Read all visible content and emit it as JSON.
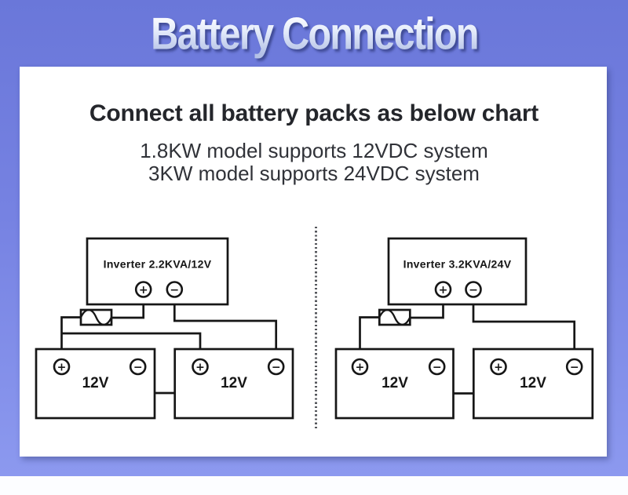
{
  "header": {
    "title": "Battery Connection"
  },
  "card": {
    "heading": "Connect all battery packs as below chart",
    "line1": "1.8KW model supports 12VDC system",
    "line2": "3KW model supports 24VDC system"
  },
  "symbols": {
    "plus": "+",
    "minus": "−"
  },
  "diagrams": [
    {
      "name": "12v-parallel-connection",
      "inverter_label": "Inverter 2.2KVA/12V",
      "battery1_label": "12V",
      "battery2_label": "12V"
    },
    {
      "name": "24v-series-connection",
      "inverter_label": "Inverter 3.2KVA/24V",
      "battery1_label": "12V",
      "battery2_label": "12V"
    }
  ],
  "colors": {
    "band_top": "#6a77d9",
    "band_bottom": "#8c99ef",
    "card_bg": "#ffffff",
    "wire": "#161616",
    "divider_dot": "#55575c",
    "title_fill_top": "#ffffff",
    "title_fill_bottom": "#b4c1e6"
  }
}
